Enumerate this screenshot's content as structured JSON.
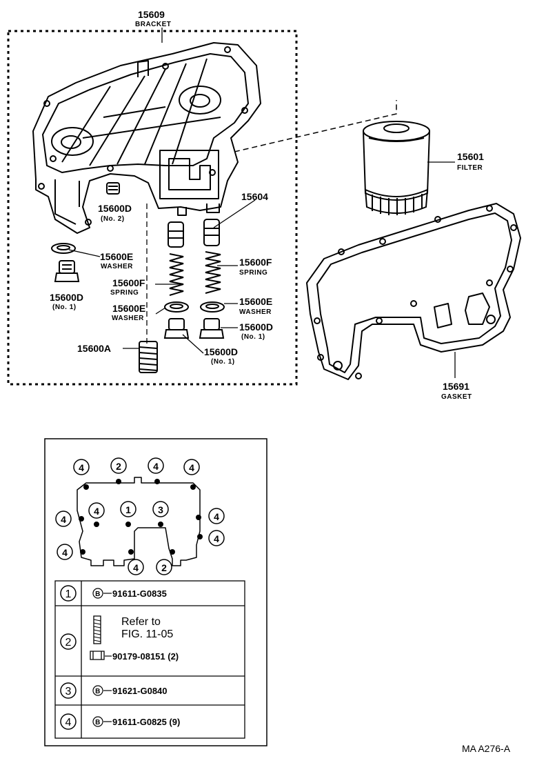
{
  "parts": {
    "bracket": {
      "number": "15609",
      "name": "BRACKET"
    },
    "filter": {
      "number": "15601",
      "name": "FILTER"
    },
    "gasket": {
      "number": "15691",
      "name": "GASKET"
    },
    "valve": {
      "number": "15604"
    },
    "plug_no2": {
      "number": "15600D",
      "note": "(No. 2)"
    },
    "washer_left": {
      "number": "15600E",
      "name": "WASHER"
    },
    "plug_left": {
      "number": "15600D",
      "note": "(No. 1)"
    },
    "spring_left": {
      "number": "15600F",
      "name": "SPRING"
    },
    "spring_right": {
      "number": "15600F",
      "name": "SPRING"
    },
    "washer_center": {
      "number": "15600E",
      "name": "WASHER"
    },
    "washer_right": {
      "number": "15600E",
      "name": "WASHER"
    },
    "plug_right": {
      "number": "15600D",
      "note": "(No. 1)"
    },
    "plug_center": {
      "number": "15600D",
      "note": "(No. 1)"
    },
    "nipple": {
      "number": "15600A"
    }
  },
  "bolt_diagram": {
    "callouts": [
      "4",
      "2",
      "4",
      "4",
      "4",
      "4",
      "1",
      "3",
      "4",
      "4",
      "4",
      "4",
      "2"
    ]
  },
  "table": {
    "rows": [
      {
        "key": "1",
        "symbol": "B",
        "part": "91611-G0835"
      },
      {
        "key": "2",
        "line1": "Refer to",
        "line2": "FIG. 11-05",
        "part": "90179-08151 (2)"
      },
      {
        "key": "3",
        "symbol": "B",
        "part": "91621-G0840"
      },
      {
        "key": "4",
        "symbol": "B",
        "part": "91611-G0825 (9)"
      }
    ]
  },
  "footer": {
    "code": "MA  A276-A"
  }
}
